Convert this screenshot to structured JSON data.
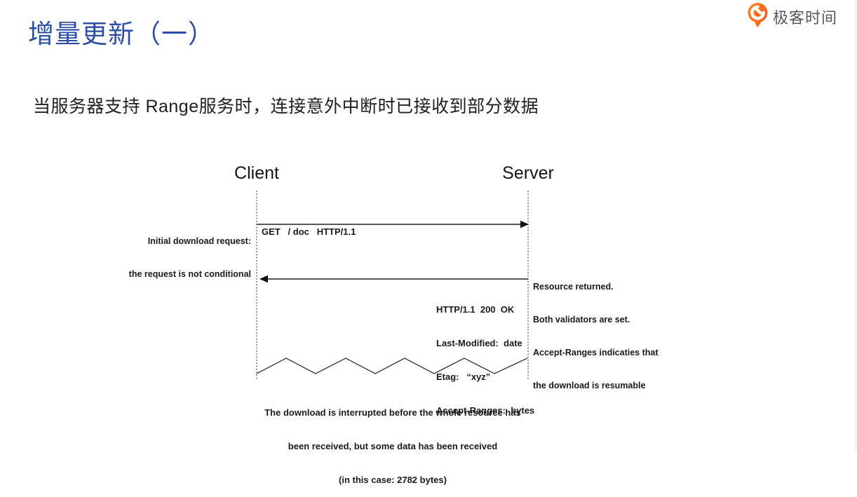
{
  "page": {
    "title": "增量更新（一）",
    "subtitle": "当服务器支持 Range服务时，连接意外中断时已接收到部分数据"
  },
  "logo": {
    "text": "极客时间",
    "icon": "geektime-pin-icon"
  },
  "diagram": {
    "client_label": "Client",
    "server_label": "Server",
    "request": {
      "note_lines": [
        "Initial download request:",
        "the request is not conditional"
      ],
      "message": "GET   / doc   HTTP/1.1"
    },
    "response": {
      "header_lines": [
        "HTTP/1.1  200  OK",
        "Last-Modified:  date",
        "Etag:   “xyz”",
        "Accept-Ranges:  bytes"
      ],
      "note_lines": [
        "Resource returned.",
        "Both validators are set.",
        "Accept-Ranges indicaties that",
        "the download is resumable"
      ]
    },
    "caption_lines": [
      "The download is interrupted before the whole resource has",
      "been received, but some data has been received",
      "(in this case: 2782 bytes)"
    ]
  },
  "colors": {
    "title_blue": "#2c4fa3",
    "body_text": "#1f1f1f",
    "diagram_ink": "#1a1a1a",
    "logo_orange": "#f96316",
    "logo_text_gray": "#585858"
  }
}
